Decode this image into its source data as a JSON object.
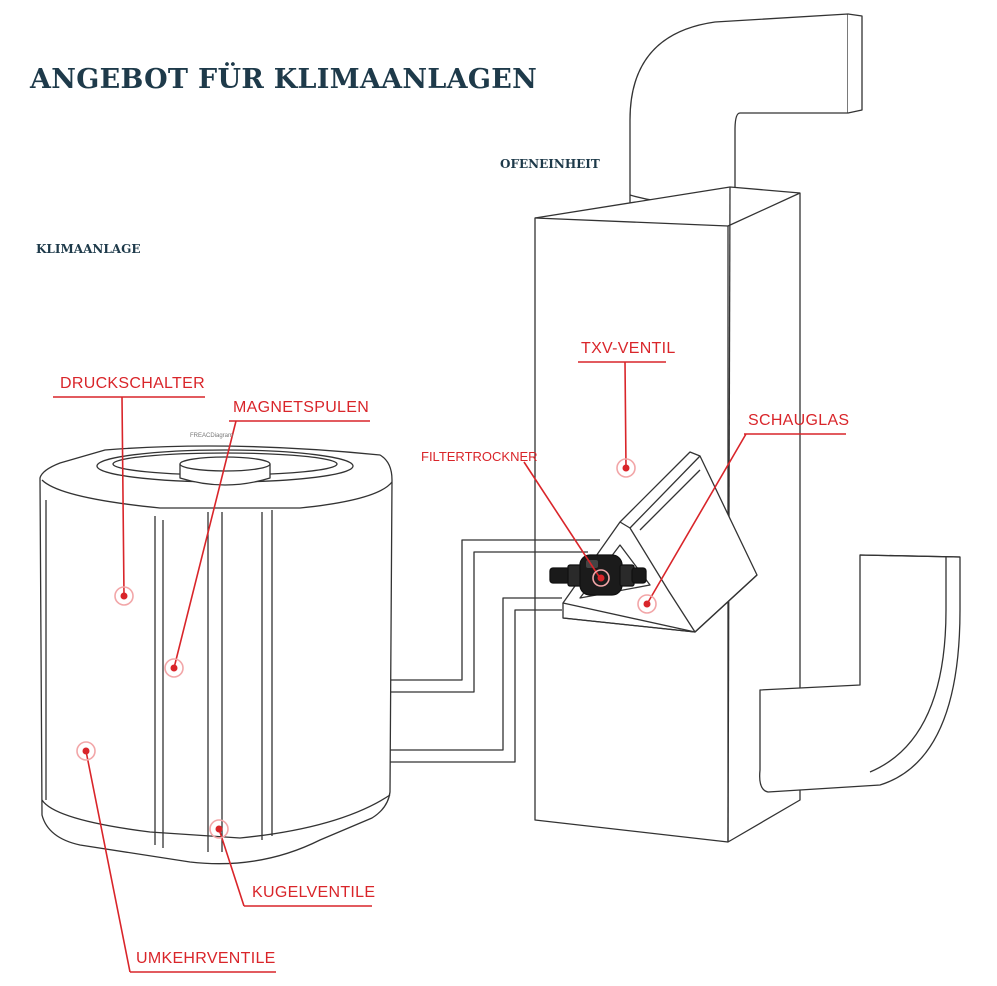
{
  "title": "ANGEBOT FÜR KLIMAANLAGEN",
  "sections": {
    "furnace": "OFENEINHEIT",
    "ac": "KLIMAANLAGE"
  },
  "brand": "FREACDiagram",
  "callouts": {
    "druckschalter": "DRUCKSCHALTER",
    "magnetspulen": "MAGNETSPULEN",
    "txv": "TXV-VENTIL",
    "schauglas": "SCHAUGLAS",
    "filtertrockner": "FILTERTROCKNER",
    "kugelventile": "KUGELVENTILE",
    "umkehrventile": "UMKEHRVENTILE"
  },
  "colors": {
    "accent": "#d9252a",
    "heading": "#1e3a4a",
    "line": "#333333"
  }
}
